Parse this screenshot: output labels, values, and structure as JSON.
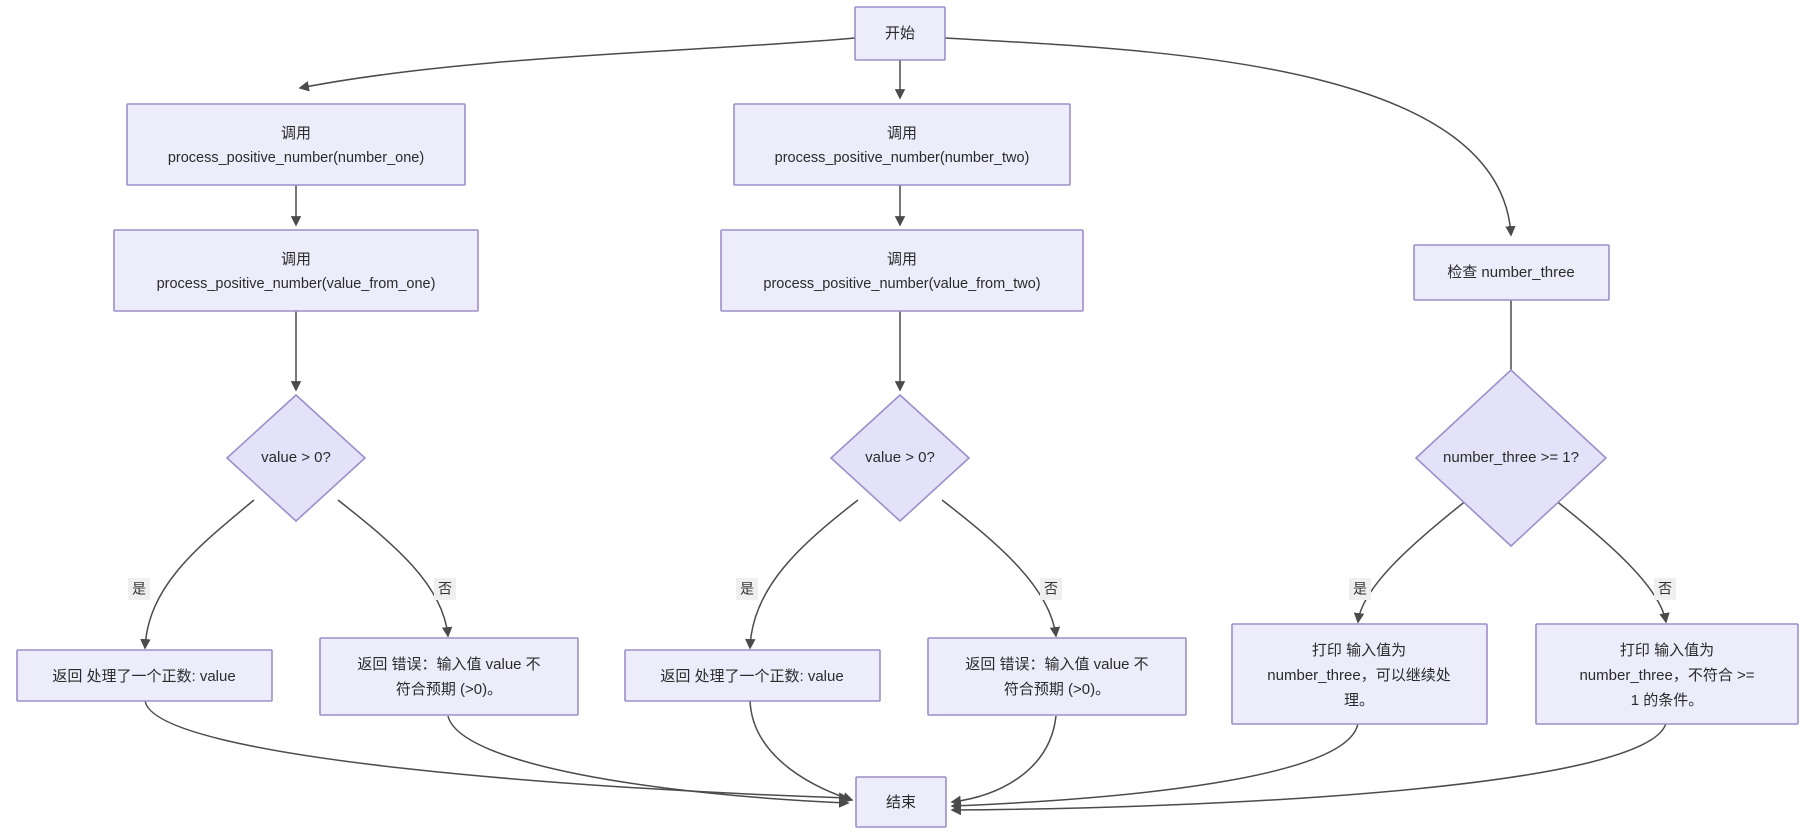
{
  "diagram": {
    "type": "flowchart",
    "direction": "top-down",
    "theme": {
      "node_fill": "#ECECFB",
      "node_stroke": "#9E8EC9",
      "edge_stroke": "#4b4b4b",
      "text_color": "#2b2b2b",
      "label_bg": "#efefef",
      "background": "#ffffff"
    },
    "nodes": {
      "start": {
        "label": "开始",
        "shape": "rect"
      },
      "call_one": {
        "line1": "调用",
        "line2": "process_positive_number(number_one)",
        "shape": "rect"
      },
      "call_value_one": {
        "line1": "调用",
        "line2": "process_positive_number(value_from_one)",
        "shape": "rect"
      },
      "decision_one": {
        "label": "value > 0?",
        "shape": "diamond"
      },
      "return_ok_one": {
        "label": "返回 处理了一个正数: value",
        "shape": "rect"
      },
      "return_err_one": {
        "line1": "返回 错误：输入值 value 不",
        "line2": "符合预期 (>0)。",
        "shape": "rect"
      },
      "call_two": {
        "line1": "调用",
        "line2": "process_positive_number(number_two)",
        "shape": "rect"
      },
      "call_value_two": {
        "line1": "调用",
        "line2": "process_positive_number(value_from_two)",
        "shape": "rect"
      },
      "decision_two": {
        "label": "value > 0?",
        "shape": "diamond"
      },
      "return_ok_two": {
        "label": "返回 处理了一个正数: value",
        "shape": "rect"
      },
      "return_err_two": {
        "line1": "返回 错误：输入值 value 不",
        "line2": "符合预期 (>0)。",
        "shape": "rect"
      },
      "check_three": {
        "label": "检查 number_three",
        "shape": "rect"
      },
      "decision_three": {
        "label": "number_three >= 1?",
        "shape": "diamond"
      },
      "print_ok_three": {
        "line1": "打印 输入值为",
        "line2": "number_three，可以继续处",
        "line3": "理。",
        "shape": "rect"
      },
      "print_fail_three": {
        "line1": "打印 输入值为",
        "line2": "number_three，不符合 >=",
        "line3": "1 的条件。",
        "shape": "rect"
      },
      "end": {
        "label": "结束",
        "shape": "rect"
      }
    },
    "edge_labels": {
      "yes": "是",
      "no": "否"
    },
    "edges": [
      {
        "from": "start",
        "to": "call_one",
        "label": ""
      },
      {
        "from": "start",
        "to": "call_two",
        "label": ""
      },
      {
        "from": "start",
        "to": "check_three",
        "label": ""
      },
      {
        "from": "call_one",
        "to": "call_value_one",
        "label": ""
      },
      {
        "from": "call_value_one",
        "to": "decision_one",
        "label": ""
      },
      {
        "from": "decision_one",
        "to": "return_ok_one",
        "label": "是"
      },
      {
        "from": "decision_one",
        "to": "return_err_one",
        "label": "否"
      },
      {
        "from": "return_ok_one",
        "to": "end",
        "label": ""
      },
      {
        "from": "return_err_one",
        "to": "end",
        "label": ""
      },
      {
        "from": "call_two",
        "to": "call_value_two",
        "label": ""
      },
      {
        "from": "call_value_two",
        "to": "decision_two",
        "label": ""
      },
      {
        "from": "decision_two",
        "to": "return_ok_two",
        "label": "是"
      },
      {
        "from": "decision_two",
        "to": "return_err_two",
        "label": "否"
      },
      {
        "from": "return_ok_two",
        "to": "end",
        "label": ""
      },
      {
        "from": "return_err_two",
        "to": "end",
        "label": ""
      },
      {
        "from": "check_three",
        "to": "decision_three",
        "label": ""
      },
      {
        "from": "decision_three",
        "to": "print_ok_three",
        "label": "是"
      },
      {
        "from": "decision_three",
        "to": "print_fail_three",
        "label": "否"
      },
      {
        "from": "print_ok_three",
        "to": "end",
        "label": ""
      },
      {
        "from": "print_fail_three",
        "to": "end",
        "label": ""
      }
    ]
  }
}
